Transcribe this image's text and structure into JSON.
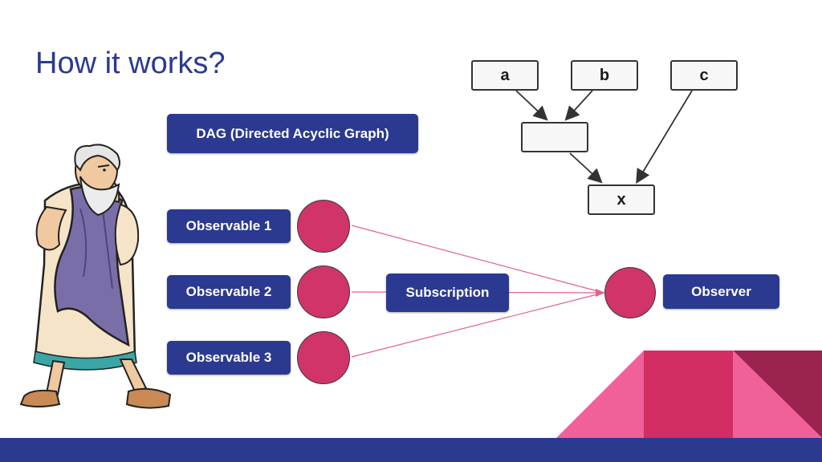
{
  "slide": {
    "title": "How it works?",
    "dag_label": "DAG (Directed Acyclic Graph)",
    "observables": [
      "Observable 1",
      "Observable 2",
      "Observable 3"
    ],
    "subscription_label": "Subscription",
    "observer_label": "Observer"
  },
  "dag": {
    "nodes": [
      "a",
      "b",
      "c",
      "",
      "x"
    ]
  },
  "colors": {
    "navy": "#2b3990",
    "circle": "#d03468",
    "line": "#e0638f",
    "pink_light": "#f0619a",
    "pink_mid": "#d22e63",
    "pink_dark": "#9c2350"
  },
  "illustration": "philosopher-illustration"
}
